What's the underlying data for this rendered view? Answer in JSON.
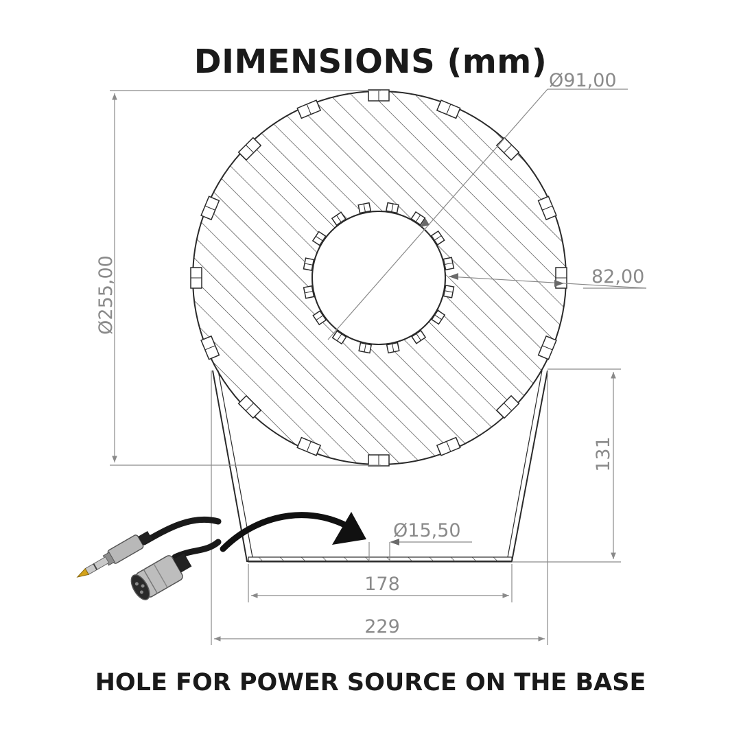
{
  "title": "DIMENSIONS (mm)",
  "caption": "HOLE FOR POWER SOURCE ON THE BASE",
  "dimensions": {
    "outer_diameter": "255,00",
    "inner_diameter": "91,00",
    "inner_radius_offset": "82,00",
    "hole_diameter": "15,50",
    "base_height": "131",
    "base_top_width": "178",
    "base_bottom_width": "229",
    "diameter_symbol": "Ø"
  },
  "colors": {
    "line": "#2a2a2a",
    "dimension_line": "#8a8a8a",
    "text": "#1a1a1a"
  },
  "icons": [
    "cable-connector-icon",
    "curved-arrow-icon"
  ]
}
